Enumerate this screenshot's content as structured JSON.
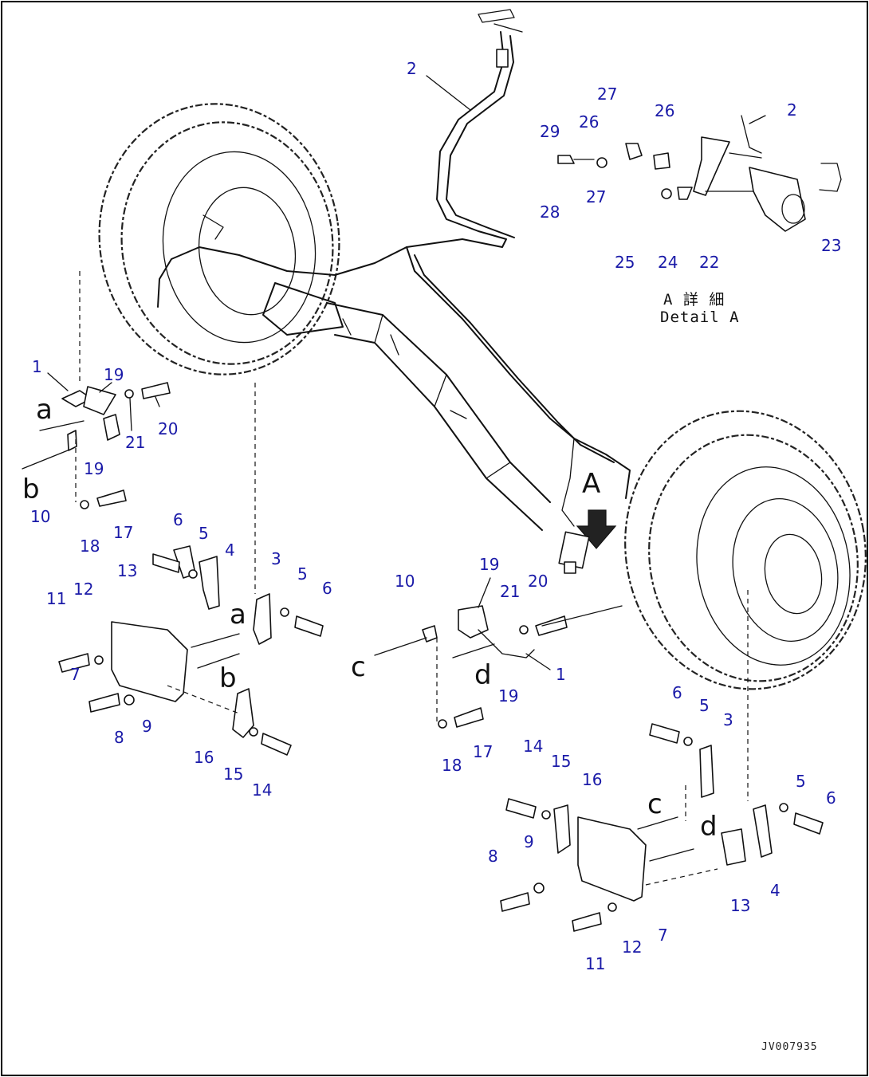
{
  "detail_label": {
    "line1": "A 詳 細",
    "line2": "Detail A"
  },
  "drawing_code": "JV007935",
  "view_letters": {
    "a": "a",
    "b": "b",
    "c": "c",
    "d": "d",
    "A": "A"
  },
  "callouts": {
    "n1": "1",
    "n2": "2",
    "n3": "3",
    "n4": "4",
    "n5": "5",
    "n6": "6",
    "n7": "7",
    "n8": "8",
    "n9": "9",
    "n10": "10",
    "n11": "11",
    "n12": "12",
    "n13": "13",
    "n14": "14",
    "n15": "15",
    "n16": "16",
    "n17": "17",
    "n18": "18",
    "n19": "19",
    "n20": "20",
    "n21": "21",
    "n22": "22",
    "n23": "23",
    "n24": "24",
    "n25": "25",
    "n26": "26",
    "n27": "27",
    "n28": "28",
    "n29": "29"
  },
  "colors": {
    "callout": "#1a1aa8",
    "line": "#111111",
    "background": "#ffffff"
  }
}
